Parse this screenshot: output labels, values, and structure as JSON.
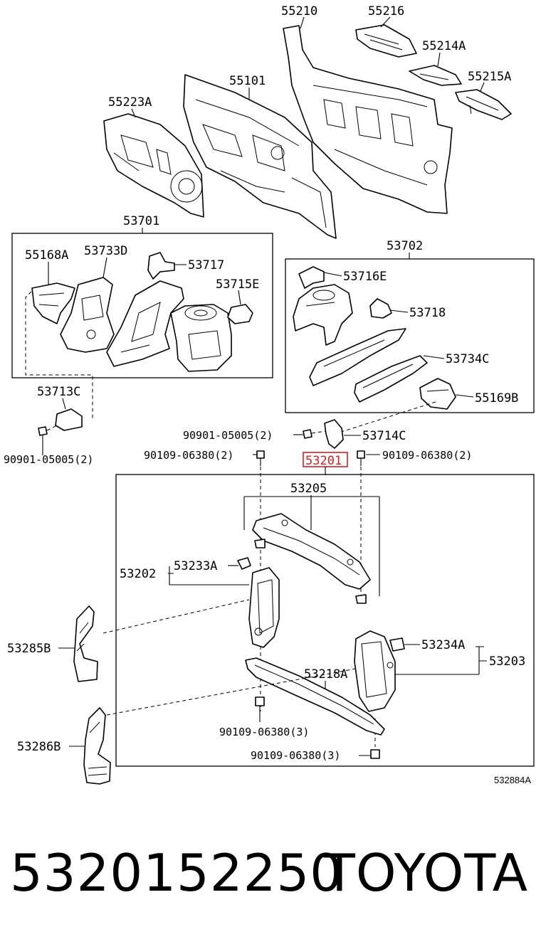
{
  "diagram": {
    "labels": {
      "p55210": "55210",
      "p55216": "55216",
      "p55214A": "55214A",
      "p55215A": "55215A",
      "p55101": "55101",
      "p55223A": "55223A",
      "p53701": "53701",
      "p55168A": "55168A",
      "p53733D": "53733D",
      "p53717": "53717",
      "p53715E": "53715E",
      "p53702": "53702",
      "p53716E": "53716E",
      "p53718": "53718",
      "p53734C": "53734C",
      "p55169B": "55169B",
      "p53713C": "53713C",
      "p90901_05005_left": "90901-05005(2)",
      "p90901_05005_mid": "90901-05005(2)",
      "p53714C": "53714C",
      "p90109_06380_left": "90109-06380(2)",
      "p53201": "53201",
      "p90109_06380_right": "90109-06380(2)",
      "p53205": "53205",
      "p53202": "53202",
      "p53233A": "53233A",
      "p53285B": "53285B",
      "p53234A": "53234A",
      "p53203": "53203",
      "p53218A": "53218A",
      "p90109_06380_3a": "90109-06380(3)",
      "p53286B": "53286B",
      "p90109_06380_3b": "90109-06380(3)"
    },
    "highlighted_label": "53201",
    "highlight_color": "#d62020",
    "reference_code": "532884A"
  },
  "caption": {
    "part_number": "5320152250",
    "brand": "TOYOTA"
  }
}
